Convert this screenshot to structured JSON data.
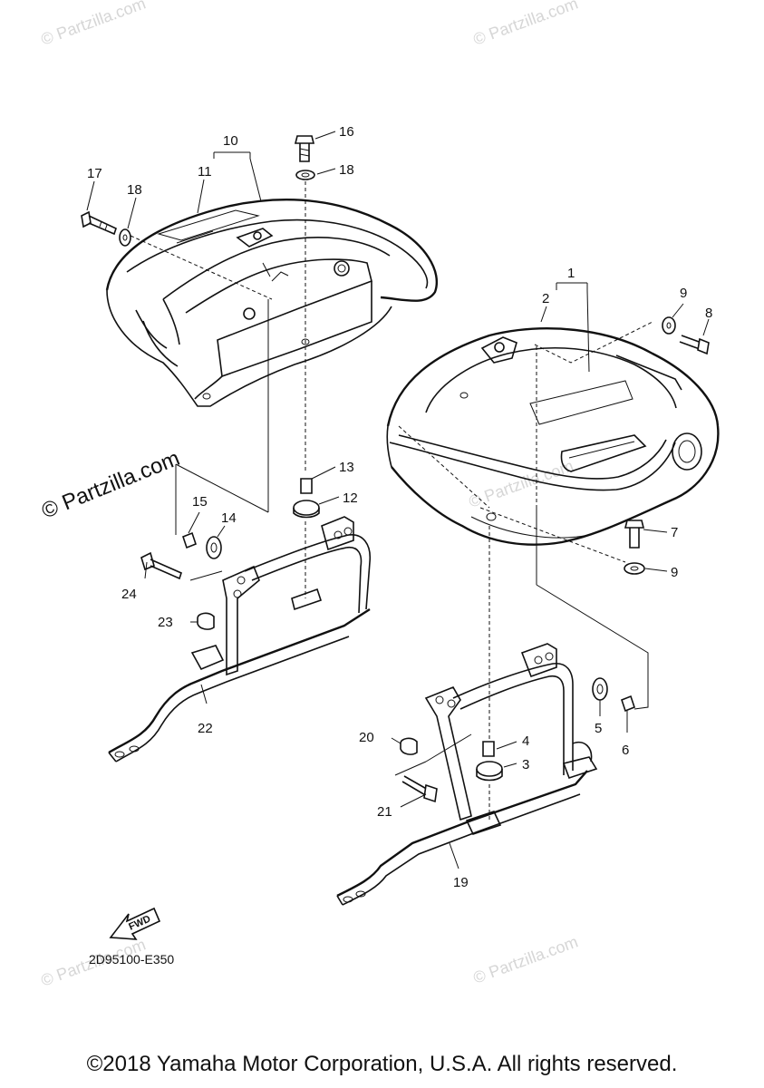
{
  "watermark": "© Partzilla.com",
  "diagram_code": "2D95100-E350",
  "fwd_label": "FWD",
  "copyright": "©2018 Yamaha Motor Corporation, U.S.A. All rights reserved.",
  "callouts": {
    "c1": "1",
    "c2": "2",
    "c3": "3",
    "c4": "4",
    "c5": "5",
    "c6": "6",
    "c7": "7",
    "c8": "8",
    "c9a": "9",
    "c9b": "9",
    "c10": "10",
    "c11": "11",
    "c12": "12",
    "c13": "13",
    "c14": "14",
    "c15": "15",
    "c16": "16",
    "c17": "17",
    "c18a": "18",
    "c18b": "18",
    "c19": "19",
    "c20": "20",
    "c21": "21",
    "c22": "22",
    "c23": "23",
    "c24": "24"
  }
}
